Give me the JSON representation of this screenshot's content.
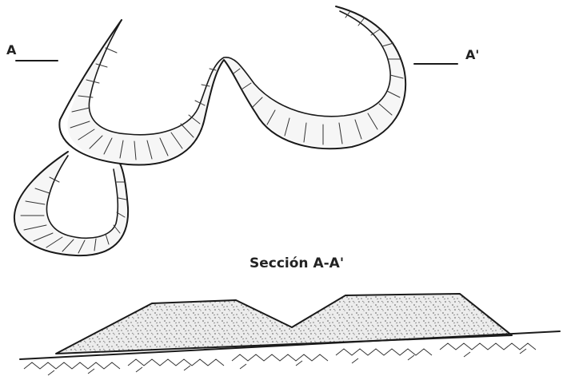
{
  "labels": {
    "point_a": "A",
    "point_a_prime": "A'",
    "section_title": "Sección  A-A'"
  }
}
